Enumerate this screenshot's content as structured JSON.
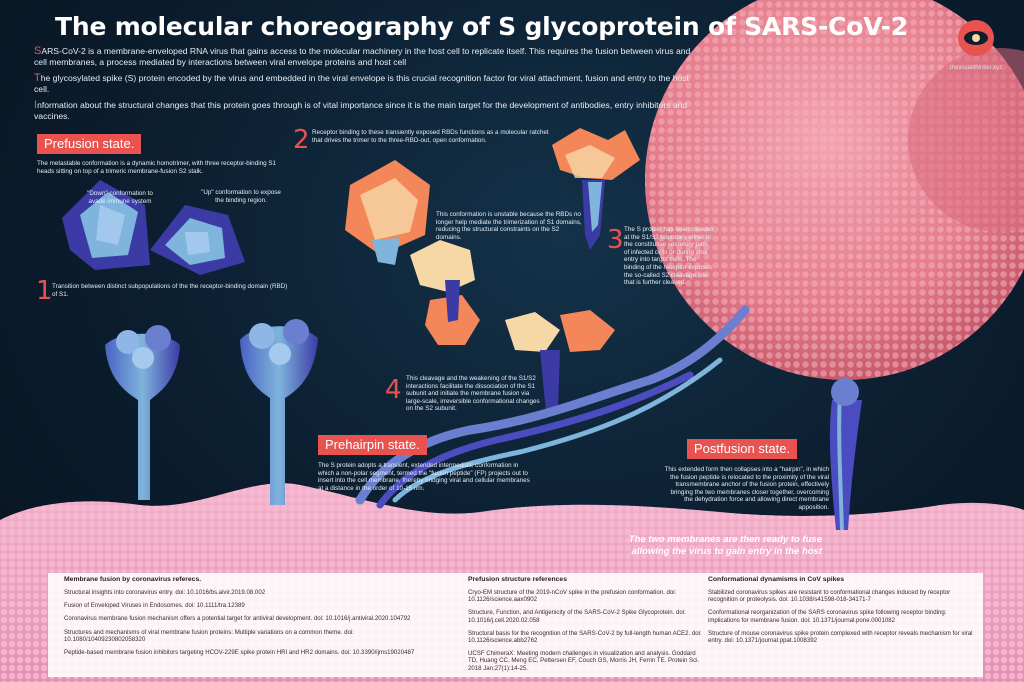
{
  "title": "The molecular choreography of S glycoprotein of SARS-CoV-2",
  "intro": [
    {
      "initial": "S",
      "text": "ARS-CoV-2 is a membrane-enveloped RNA virus that gains access to the molecular machinery in the host cell to replicate itself. This requires the fusion between virus and cell membranes, a process mediated by interactions between viral envelope proteins and host cell"
    },
    {
      "initial": "T",
      "text": "he glycosylated spike (S) protein encoded by the virus and embedded in the viral envelope is this crucial recognition factor for viral attachment, fusion and entry to the host cell."
    },
    {
      "initial": "I",
      "text": "nformation about the structural changes that this protein goes through is of vital importance since it is the main target for the development of antibodies, entry inhibitors and vaccines."
    }
  ],
  "states": {
    "prefusion": "Prefusion state.",
    "prehairpin": "Prehairpin state.",
    "postfusion": "Postfusion state."
  },
  "prefusion_desc": "The metastable conformation is a dynamic homotrimer, with three receptor-binding S1 heads sitting on top of a trimeric membrane-fusion S2 stalk.",
  "down_label": "\"Down\" conformation to avade immune system",
  "up_label": "\"Up\" conformation to expose the binding region.",
  "steps": [
    {
      "num": "1",
      "text": "Transition between distinct subpopulations of the the receptor-binding domain (RBD) of S1."
    },
    {
      "num": "2",
      "text": "Receptor binding to these transiently exposed RBDs functions as a molecular ratchet that drives the trimer to the three-RBD-out, open conformation."
    },
    {
      "num": "3",
      "text": "The S protein has been cleaved at the S1/S2 boundary either in the constitutive secretory path of infected cells or during viral entry into target cells. The binding of the receptor exposes the so-called S2 cleavage site that is further  cleaved."
    },
    {
      "num": "4",
      "text": "This cleavage and the weakening of the S1/S2 interactions facilitate the dissociation of the S1 subunit and initiate the membrane fusion via large-scale, irreversible conformational changes on the S2 subunit."
    }
  ],
  "unstable_text": "This conformation is unstable because the RBDs no longer help mediate the trimerization of S1 domains, reducing the structural constraints on the S2  domains.",
  "prehairpin_desc": "The S protein adopts a transient, extended intermediate conformation in which a non-polar segment, termed the \"fusion peptide\" (FP) projects out to insert into the cell membrane, thereby bridging viral and cellular membranes at a distance in the order of 10-15 nm.",
  "postfusion_desc": "This extended form then collapses into a \"hairpin\", in which the fusion peptide is relocated to the proximity of the viral transmembrane anchor of the fusion protein, effectively bringing the two membranes closer together, overcoming the dehydration force and allowing direct membrane apposition.",
  "final_text": "The two membranes are then ready to fuse allowing the virus to gain entry in the host",
  "logo": {
    "url": "thevisualthinker.xyz"
  },
  "refs": {
    "col1": {
      "heading": "Membrane fusion by coronavirus referecs.",
      "items": [
        "Structural insights into coronavirus entry. doi: 10.1016/bs.aivir.2019.08.002",
        "Fusion of Enveloped Viruses in Endosomes. doi: 10.1111/tra.12389",
        "Coronavirus membrane fusion mechanism offers a potential target for antiviral development. doi: 10.1016/j.antiviral.2020.104792",
        "Structures and mechanisms of viral membrane fusion proteins: Multiple variations on a common theme. doi: 10.1080/10409230802058320",
        "Peptide-based membrane fusion inhibitors targeting HCOV-229E spike protein HRI and HR2 domains. doi: 10.3390/ijms19020487"
      ]
    },
    "col2": {
      "heading": "Prefusion structure references",
      "items": [
        "Cryo-EM structure of the 2019-nCoV spike in the prefusion conformation. doi: 10.1126/science.aax0902",
        "Structure, Function, and Antigenicity of the SARS-CoV-2 Spike Glycoprotein. doi: 10.1016/j.cell.2020.02.058",
        "Structural basis for the recognition of the SARS-CoV-2 by full-length human ACE2.  doi: 10.1126/science.abb2762",
        "UCSF ChimeraX: Meeting modern challenges in visualization and analysis. Goddard TD, Huang CC, Meng EC, Pettersen EF, Couch GS, Morris JH, Ferrin TE. Protein Sci. 2018 Jan;27(1):14-25."
      ]
    },
    "col3": {
      "heading": "Conformational dynamisms  in CoV spikes",
      "items": [
        "Stabilized coronavirus spikes are resistant to conformational changes induced by receptor recognition or proteolysis. doi: 10.1038/s41598-018-34171-7",
        "Conformational reorganization of the SARS coronavirus spike following receptor binding: implications for membrane fusion. doi: 10.1371/journal.pone.0001082",
        "Structure of mouse coronavirus spike protein complexed with receptor reveals mechanism for viral entry. doi: 10.1371/journal.ppat.1008392"
      ]
    }
  },
  "colors": {
    "accent": "#e8524f",
    "membrane": "#f1a6c4",
    "virus": "#e9798a",
    "spike_light": "#7fb4dc",
    "spike_dark": "#3c3ba6",
    "s1_orange": "#f4875a",
    "s1_cream": "#f6d7a6"
  }
}
